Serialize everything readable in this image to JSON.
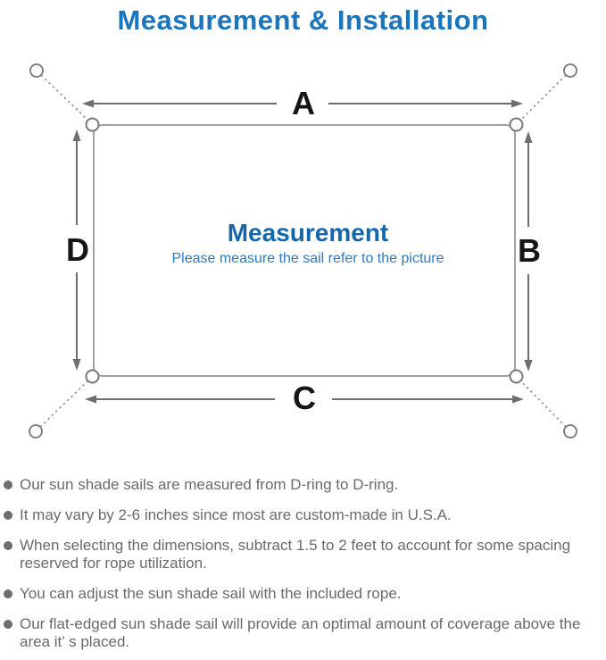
{
  "title": "Measurement & Installation",
  "diagram": {
    "labels": {
      "top": "A",
      "right": "B",
      "bottom": "C",
      "left": "D"
    },
    "center_heading": "Measurement",
    "center_subtitle": "Please measure the sail refer to the picture"
  },
  "colors": {
    "title_blue": "#1a75bc",
    "center_heading_blue": "#1467ad",
    "center_subtitle_blue": "#2b7bc4",
    "dimension_label_black": "#161616",
    "arrow_gray": "#6e6e6e",
    "sail_border_gray": "#a1a1a1",
    "note_text_gray": "#6a6a6a"
  },
  "notes": [
    "Our sun shade sails are measured from D-ring to D-ring.",
    "It may vary by 2-6 inches since most are custom-made in U.S.A.",
    "When selecting the dimensions, subtract 1.5 to 2 feet to account for some spacing reserved for rope utilization.",
    "You can adjust the sun shade sail with the included rope.",
    "Our flat-edged sun shade sail will provide an optimal amount of coverage above the area it’ s placed."
  ]
}
